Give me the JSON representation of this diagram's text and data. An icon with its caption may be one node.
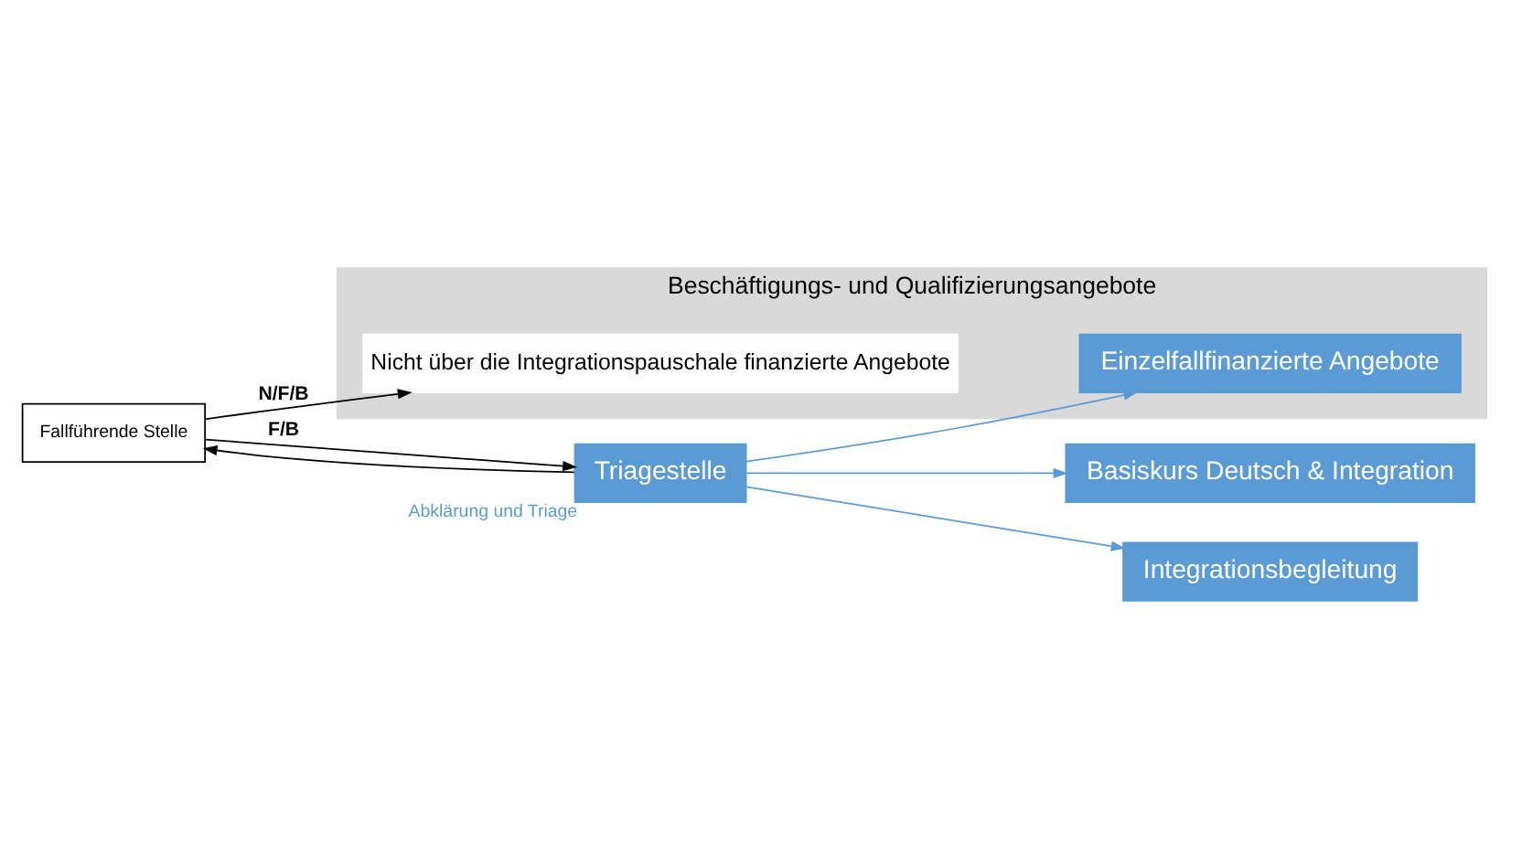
{
  "diagram": {
    "nodes": [
      {
        "text": [
          "Fallführende Stelle"
        ]
      },
      {
        "text": [
          "Triagestelle"
        ],
        "beside": [
          "Abklärung und Triage"
        ]
      },
      {
        "text": [
          "Basiskurs Deutsch & Integration"
        ]
      },
      {
        "text": [
          "Beschäftigungs- und Qualifizierungsangebote"
        ]
      },
      {
        "text": [
          "Einzelfallfinanzierte Angebote"
        ],
        "in": 3
      },
      {
        "text": [
          "Nicht über die Integrationspauschale finanzierte Angebote"
        ],
        "in": 3
      },
      {
        "text": [
          "Integrationsbegleitung"
        ]
      }
    ],
    "edges": [
      {
        "from": 0,
        "to": 1,
        "arrow": "to",
        "label": "F/B"
      },
      {
        "from": 1,
        "to": 0,
        "arrow": "to"
      },
      {
        "from": 1,
        "to": 2,
        "arrow": "to",
        "color": "#5b9bd5"
      },
      {
        "from": 1,
        "to": 4,
        "arrow": "to",
        "color": "#5b9bd5"
      },
      {
        "from": 1,
        "to": 6,
        "arrow": "to",
        "color": "#5b9bd5"
      },
      {
        "from": 0,
        "to": 5,
        "arrow": "to",
        "label": "N/F/B"
      }
    ]
  }
}
